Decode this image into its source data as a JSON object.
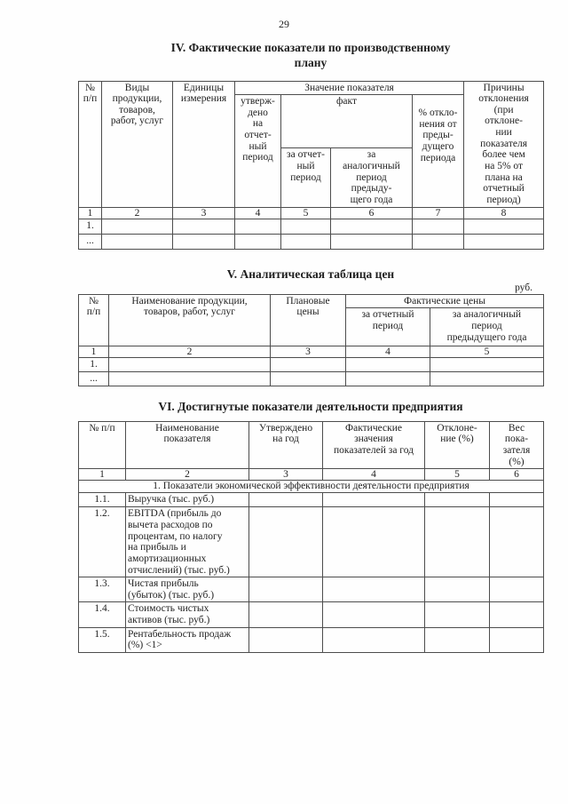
{
  "page_number": "29",
  "section_iv": {
    "title": "IV. Фактические показатели по производственному\nплану",
    "table": {
      "h_num": "№\nп/п",
      "h_types": "Виды\nпродукции,\nтоваров,\nработ, услуг",
      "h_units": "Единицы\nизмерения",
      "h_value_group": "Значение показателя",
      "h_approved": "утверж-\nдено\nна\nотчет-\nный\nпериод",
      "h_fact_group": "факт",
      "h_report_period": "за отчет-\nный\nпериод",
      "h_analog_period": "за\nаналогичный\nпериод\nпредыду-\nщего года",
      "h_deviation": "% откло-\nнения от\nпреды-\nдущего\nпериода",
      "h_reasons": "Причины\nотклонения\n(при\nотклоне-\nнии\nпоказателя\nболее чем\nна 5% от\nплана на\nотчетный\nпериод)",
      "col_numbers": [
        "1",
        "2",
        "3",
        "4",
        "5",
        "6",
        "7",
        "8"
      ],
      "rows": [
        {
          "num": "1."
        },
        {
          "num": "..."
        }
      ]
    }
  },
  "section_v": {
    "title": "V. Аналитическая таблица цен",
    "currency_note": "руб.",
    "table": {
      "h_num": "№\nп/п",
      "h_name": "Наименование продукции,\nтоваров, работ, услуг",
      "h_planned": "Плановые\nцены",
      "h_actual_group": "Фактические цены",
      "h_report_period": "за отчетный\nпериод",
      "h_analog_period": "за аналогичный\nпериод\nпредыдущего года",
      "col_numbers": [
        "1",
        "2",
        "3",
        "4",
        "5"
      ],
      "rows": [
        {
          "num": "1."
        },
        {
          "num": "..."
        }
      ]
    }
  },
  "section_vi": {
    "title": "VI. Достигнутые показатели деятельности предприятия",
    "table": {
      "h_num": "№ п/п",
      "h_name": "Наименование\nпоказателя",
      "h_approved": "Утверждено\nна год",
      "h_actual": "Фактические\nзначения\nпоказателей за год",
      "h_deviation": "Отклоне-\nние (%)",
      "h_weight": "Вес\nпока-\nзателя\n(%)",
      "col_numbers": [
        "1",
        "2",
        "3",
        "4",
        "5",
        "6"
      ],
      "group_header": "1. Показатели экономической эффективности деятельности предприятия",
      "rows": [
        {
          "num": "1.1.",
          "name": "Выручка (тыс. руб.)"
        },
        {
          "num": "1.2.",
          "name": "EBITDA (прибыль до\nвычета расходов по\nпроцентам, по налогу\nна прибыль и\nамортизационных\nотчислений) (тыс. руб.)"
        },
        {
          "num": "1.3.",
          "name": "Чистая прибыль\n(убыток) (тыс. руб.)"
        },
        {
          "num": "1.4.",
          "name": "Стоимость чистых\nактивов (тыс. руб.)"
        },
        {
          "num": "1.5.",
          "name": "Рентабельность продаж\n(%) <1>"
        }
      ]
    }
  }
}
